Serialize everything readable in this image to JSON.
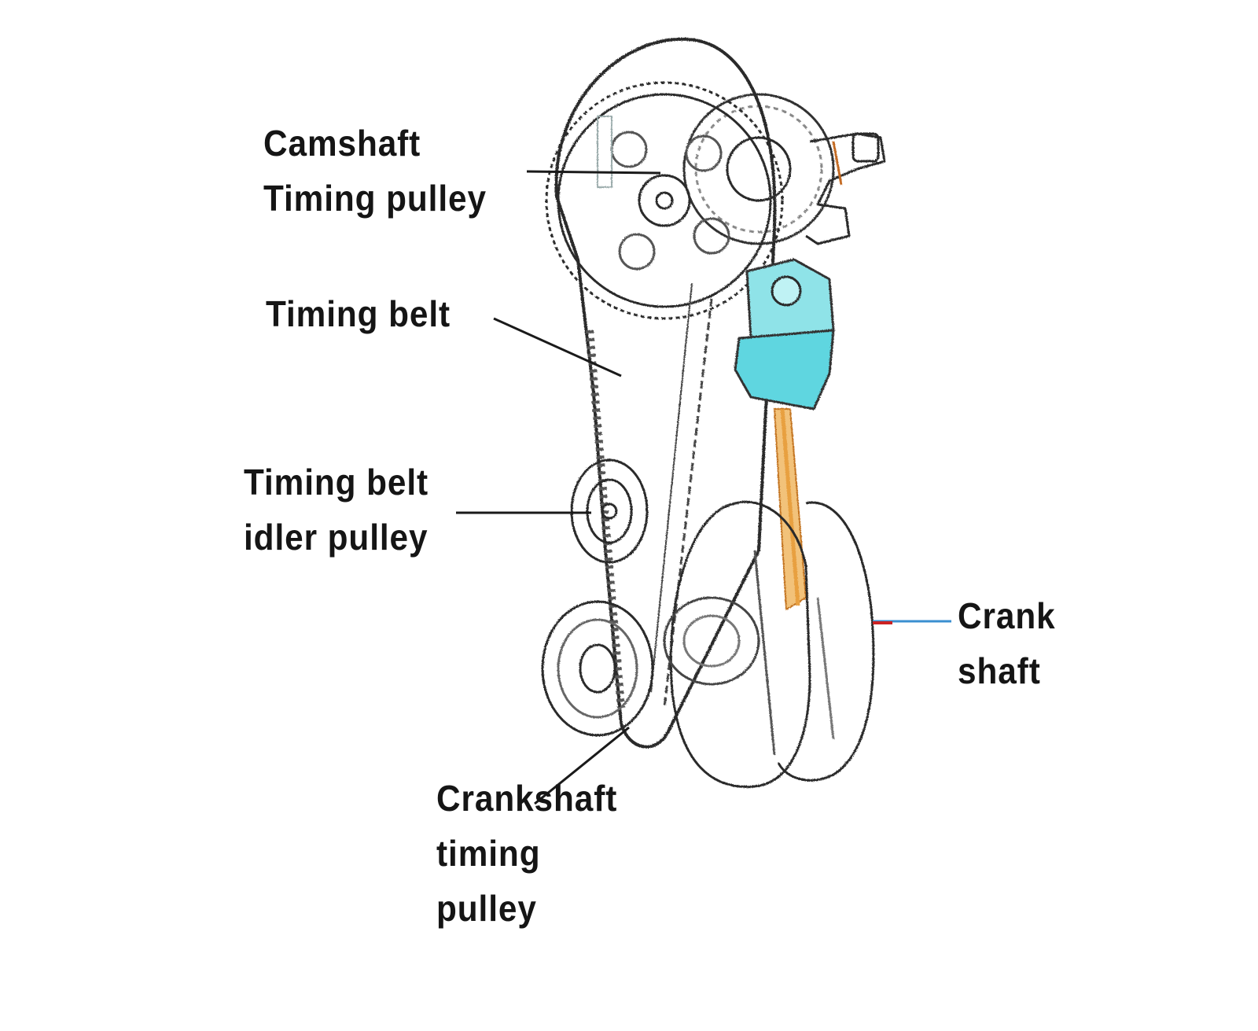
{
  "labels": {
    "camshaft_pulley": [
      "Camshaft",
      "Timing pulley"
    ],
    "timing_belt": [
      "Timing belt"
    ],
    "idler_pulley": [
      "Timing belt",
      "idler pulley"
    ],
    "crank_shaft": [
      "Crank",
      "shaft"
    ],
    "crankshaft_pulley": [
      "Crankshaft",
      "timing",
      "pulley"
    ]
  },
  "colors": {
    "line_art": "#2a2a2a",
    "tensioner_fill": "#5fd6e0",
    "connecting_rod": "#e8a040",
    "leader_blue": "#3a8fd0"
  }
}
